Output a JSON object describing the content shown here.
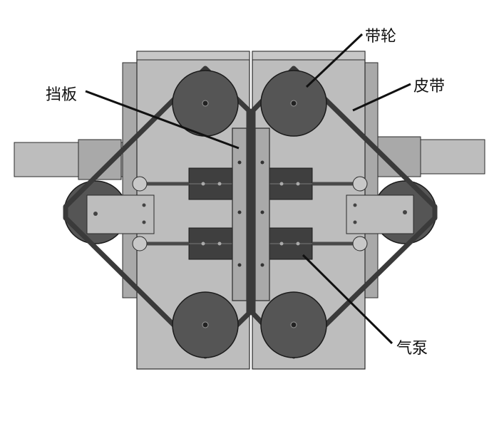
{
  "labels": {
    "pulley": "带轮",
    "belt": "皮带",
    "baffle": "挡板",
    "air_pump": "气泵"
  },
  "colors": {
    "plate_light": "#bdbdbd",
    "plate_mid": "#a9a9a9",
    "plate_dark": "#9a9a9a",
    "pulley": "#555555",
    "belt": "#3a3a3a",
    "cylinder": "#3f3f3f",
    "outline": "#2a2a2a"
  }
}
